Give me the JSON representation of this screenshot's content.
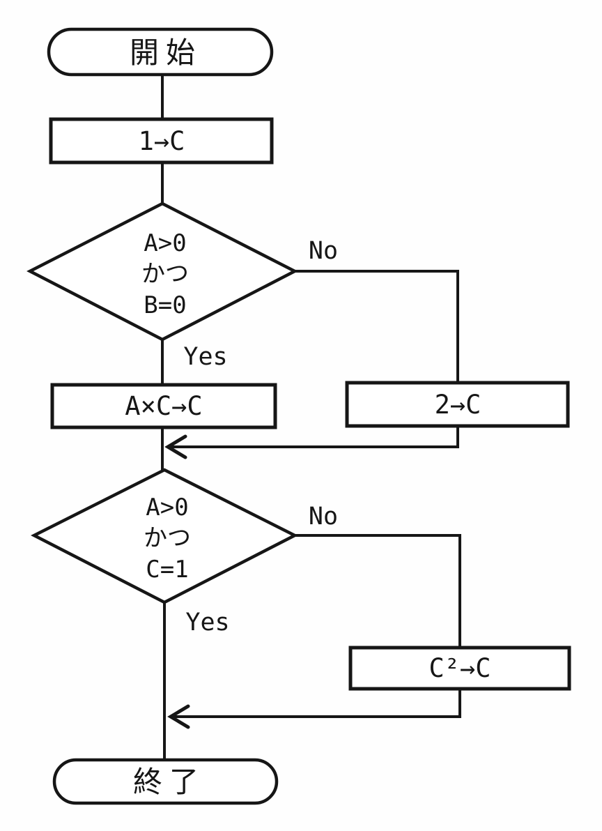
{
  "flowchart": {
    "title": "flowchart-kaishi-shuryo",
    "nodes": {
      "start": {
        "type": "terminal",
        "label": "開始"
      },
      "init": {
        "type": "process",
        "label": "1→C"
      },
      "decision1": {
        "type": "decision",
        "line1": "A>0",
        "line2": "かつ",
        "line3": "B=0"
      },
      "process_yes1": {
        "type": "process",
        "label": "A×C→C"
      },
      "process_no1": {
        "type": "process",
        "label": "2→C"
      },
      "decision2": {
        "type": "decision",
        "line1": "A>0",
        "line2": "かつ",
        "line3": "C=1"
      },
      "process_no2": {
        "type": "process",
        "label": "C²→C"
      },
      "end": {
        "type": "terminal",
        "label": "終了"
      }
    },
    "edges": {
      "decision1_yes": {
        "label": "Yes"
      },
      "decision1_no": {
        "label": "No"
      },
      "decision2_yes": {
        "label": "Yes"
      },
      "decision2_no": {
        "label": "No"
      }
    },
    "colors": {
      "stroke": "#161616",
      "background": "#ffffff"
    }
  }
}
